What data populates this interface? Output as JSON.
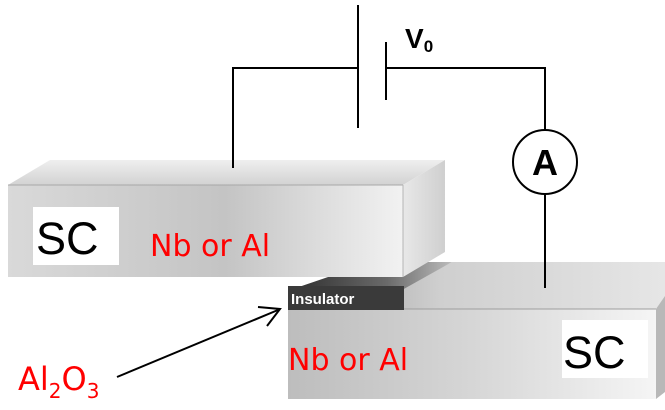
{
  "voltage_label": {
    "main": "V",
    "subscript": "0"
  },
  "ammeter_label": "A",
  "top_block": {
    "sc_label": "SC",
    "material_label": "Nb or Al"
  },
  "bottom_block": {
    "sc_label": "SC",
    "material_label": "Nb or Al"
  },
  "insulator_label": "Insulator",
  "oxide_label": {
    "part1": "Al",
    "sub1": "2",
    "part2": "O",
    "sub2": "3"
  },
  "colors": {
    "material_text": "#ff0000",
    "wire": "#000000",
    "insulator": "#444444",
    "block_face_light": "#eeeeee",
    "block_face_dark": "#bdbdbd"
  }
}
